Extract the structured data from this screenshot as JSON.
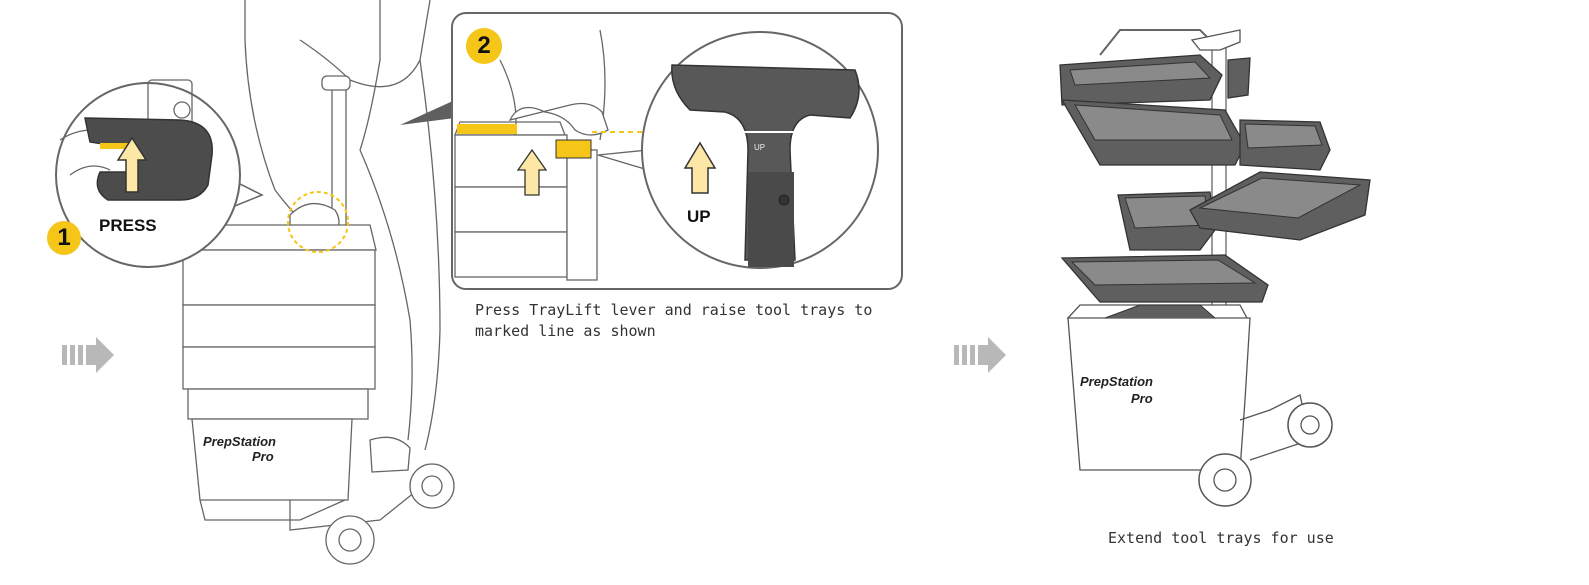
{
  "step1": {
    "number": "1",
    "label": "PRESS"
  },
  "step2": {
    "number": "2",
    "label": "UP",
    "caption": "Press TrayLift lever and raise tool trays to marked line as shown",
    "lever_mark": "UP"
  },
  "step3": {
    "caption": "Extend tool trays for use"
  },
  "product": {
    "brand": "PrepStation",
    "model": "Pro"
  },
  "colors": {
    "accent": "#f5c518",
    "outline": "#555555",
    "tray": "#5f5f5f",
    "arrow": "#b8b8b8"
  },
  "icons": [
    "sequence-arrow-icon",
    "up-arrow-icon"
  ]
}
